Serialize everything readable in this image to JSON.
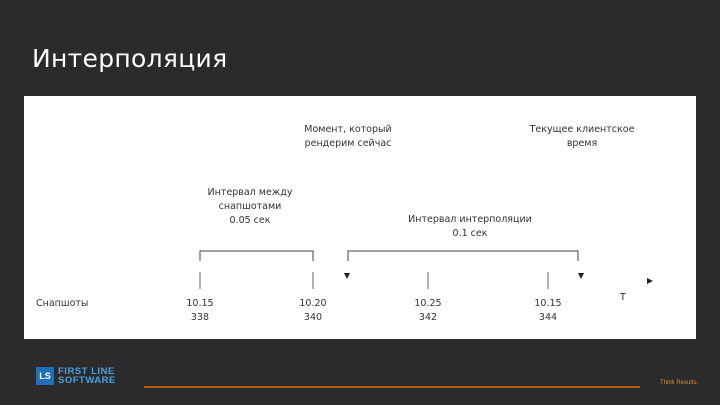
{
  "slide": {
    "title": "Интерполяция"
  },
  "diagram": {
    "label_render_moment_line1": "Момент, который",
    "label_render_moment_line2": "рендерим сейчас",
    "label_client_time_line1": "Текущее клиентское",
    "label_client_time_line2": "время",
    "label_snapshot_interval_line1": "Интервал между",
    "label_snapshot_interval_line2": "снапшотами",
    "label_snapshot_interval_line3": "0.05 сек",
    "label_interp_interval_line1": "Интервал интерполяции",
    "label_interp_interval_line2": "0.1 сек",
    "row_label": "Снапшоты",
    "axis_label": "T",
    "snapshots": [
      {
        "time": "10.15",
        "id": "338"
      },
      {
        "time": "10.20",
        "id": "340"
      },
      {
        "time": "10.25",
        "id": "342"
      },
      {
        "time": "10.15",
        "id": "344"
      }
    ]
  },
  "footer": {
    "logo_mark": "LS",
    "logo_line1": "FIRST LINE",
    "logo_line2": "SOFTWARE",
    "tagline": "Think Results."
  }
}
